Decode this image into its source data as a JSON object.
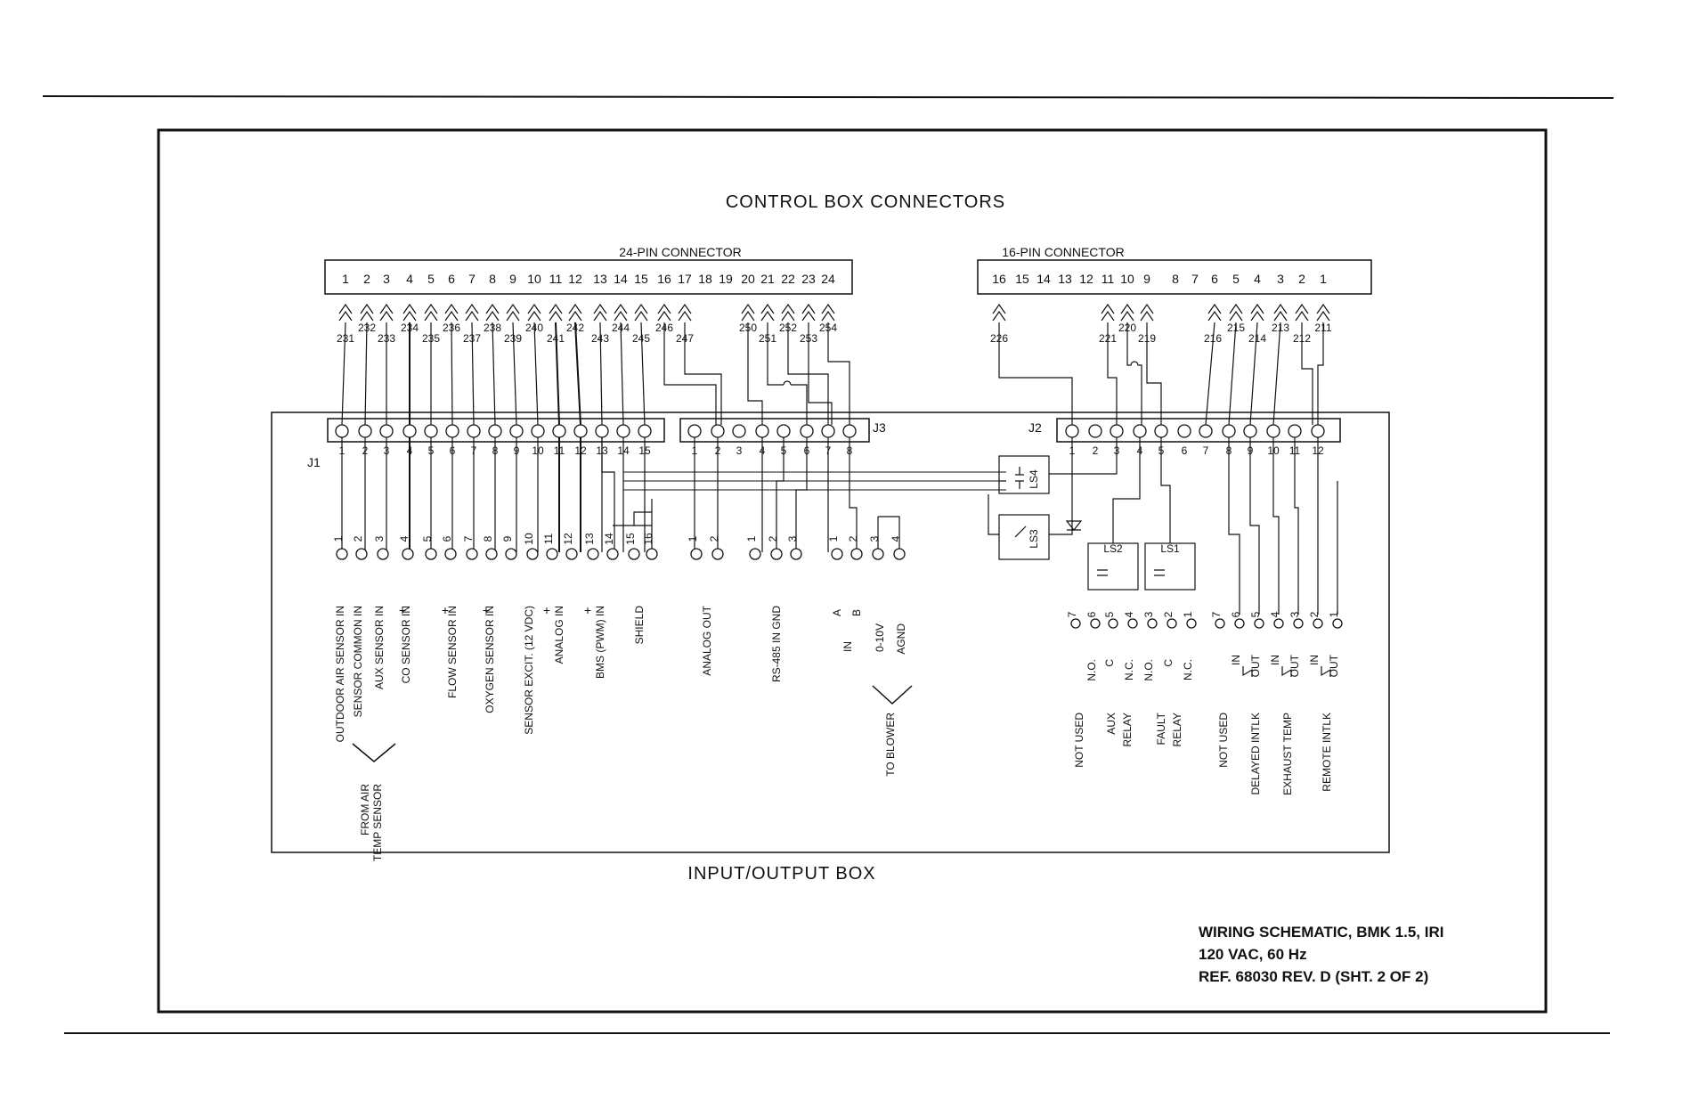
{
  "title": "CONTROL BOX CONNECTORS",
  "io_box_label": "INPUT/OUTPUT BOX",
  "conn24": {
    "label": "24-PIN CONNECTOR",
    "pins": [
      "1",
      "2",
      "3",
      "4",
      "5",
      "6",
      "7",
      "8",
      "9",
      "10",
      "11",
      "12",
      "13",
      "14",
      "15",
      "16",
      "17",
      "18",
      "19",
      "20",
      "21",
      "22",
      "23",
      "24"
    ],
    "wires": [
      "231",
      "232",
      "233",
      "234",
      "235",
      "236",
      "237",
      "238",
      "239",
      "240",
      "241",
      "242",
      "243",
      "244",
      "245",
      "246",
      "247",
      "250",
      "251",
      "252",
      "253",
      "254"
    ]
  },
  "conn16": {
    "label": "16-PIN CONNECTOR",
    "pins": [
      "16",
      "15",
      "14",
      "13",
      "12",
      "11",
      "10",
      "9",
      "8",
      "7",
      "6",
      "5",
      "4",
      "3",
      "2",
      "1"
    ],
    "wires": [
      "226",
      "221",
      "220",
      "219",
      "216",
      "215",
      "214",
      "213",
      "212",
      "211"
    ]
  },
  "j1": {
    "label": "J1",
    "pins": [
      "1",
      "2",
      "3",
      "4",
      "5",
      "6",
      "7",
      "8",
      "9",
      "10",
      "11",
      "12",
      "13",
      "14",
      "15"
    ]
  },
  "j3": {
    "label": "J3",
    "pins": [
      "1",
      "2",
      "3",
      "4",
      "5",
      "6",
      "7",
      "8"
    ]
  },
  "j2": {
    "label": "J2",
    "pins": [
      "1",
      "2",
      "3",
      "4",
      "5",
      "6",
      "7",
      "8",
      "9",
      "10",
      "11",
      "12"
    ]
  },
  "relays": [
    "LS4",
    "LS3",
    "LS2",
    "LS1"
  ],
  "terminals_a": {
    "numbers": [
      "1",
      "2",
      "3",
      "4",
      "5",
      "6",
      "7",
      "8",
      "9",
      "10",
      "11",
      "12",
      "13",
      "14",
      "15",
      "16"
    ],
    "labels": [
      "OUTDOOR AIR SENSOR IN",
      "SENSOR COMMON IN",
      "AUX SENSOR IN",
      "CO SENSOR IN",
      "FLOW SENSOR IN",
      "OXYGEN SENSOR IN",
      "SENSOR EXCIT. (12 VDC)",
      "ANALOG IN",
      "BMS (PWM) IN",
      "SHIELD"
    ],
    "from_label": "FROM AIR TEMP SENSOR"
  },
  "terminals_b": {
    "numbers": [
      "1",
      "2"
    ],
    "label": "ANALOG OUT"
  },
  "terminals_c": {
    "numbers": [
      "1",
      "2",
      "3"
    ],
    "label": "RS-485 IN GND"
  },
  "terminals_d": {
    "numbers": [
      "1",
      "2",
      "3",
      "4"
    ],
    "ab": [
      "A",
      "B"
    ],
    "labels": [
      "IN",
      "0-10V",
      "AGND"
    ],
    "to_label": "TO BLOWER"
  },
  "relay_terminals": {
    "numbers": [
      "7",
      "6",
      "5",
      "4",
      "3",
      "2",
      "1"
    ],
    "contacts": [
      "N.O.",
      "C",
      "N.C.",
      "N.O.",
      "C",
      "N.C."
    ],
    "labels": [
      "NOT USED",
      "AUX RELAY",
      "FAULT RELAY"
    ]
  },
  "interlock_terminals": {
    "numbers": [
      "7",
      "6",
      "5",
      "4",
      "3",
      "2",
      "1"
    ],
    "io": [
      "IN",
      "OUT",
      "IN",
      "OUT",
      "IN",
      "OUT"
    ],
    "labels": [
      "NOT USED",
      "DELAYED INTLK",
      "EXHAUST TEMP",
      "REMOTE INTLK"
    ]
  },
  "notes": {
    "line1": "WIRING SCHEMATIC, BMK 1.5, IRI",
    "line2": "120 VAC, 60 Hz",
    "line3": "REF. 68030 REV. D (SHT. 2 OF 2)"
  }
}
